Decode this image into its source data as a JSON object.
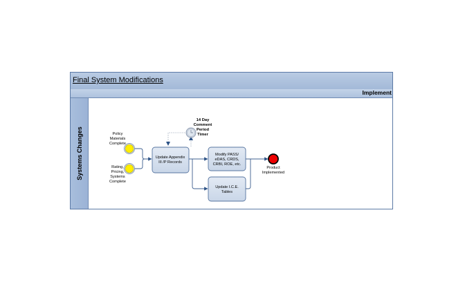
{
  "pool": {
    "title": "Final System Modifications",
    "phase": "Implement",
    "lane": "Systems Changes"
  },
  "events": {
    "start1": [
      "Policy",
      "Materials",
      "Complete"
    ],
    "start2": [
      "Rating,",
      "Pricing,",
      "Systems",
      "Complete"
    ],
    "timer": [
      "14 Day",
      "Comment",
      "Period",
      "Timer"
    ],
    "end": [
      "Product",
      "Implemented"
    ]
  },
  "tasks": {
    "update_appendix": [
      "Update Appendix",
      "III /P Records"
    ],
    "modify_pass": [
      "Modify PASS/",
      "eDAS, CRDS,",
      "CRBI, ROE, etc."
    ],
    "update_ice": [
      "Update I.C.E.",
      "Tables"
    ]
  },
  "colors": {
    "start_fill": "#ffee00",
    "end_fill": "#ee0000",
    "task_fill": "#d6e0ee",
    "connector": "#3d5f8f"
  }
}
